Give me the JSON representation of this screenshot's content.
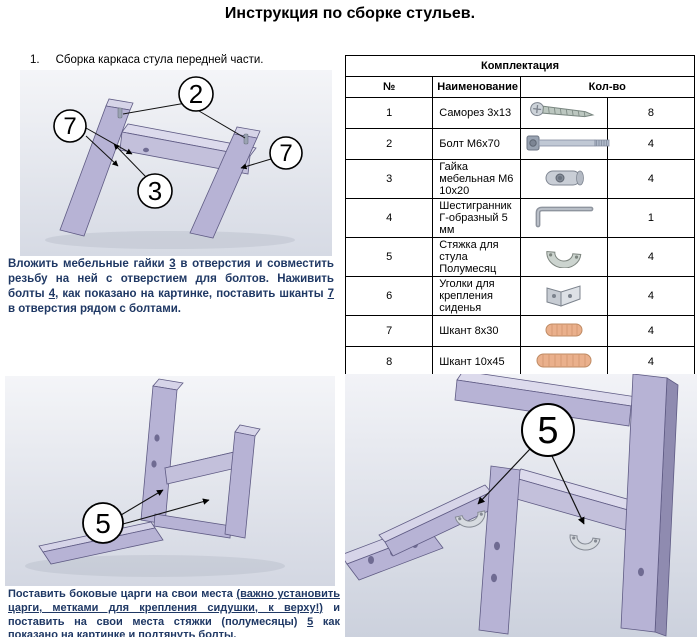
{
  "title": "Инструкция по сборке стульев.",
  "step1": {
    "list_number": "1.",
    "heading": "Сборка каркаса стула передней части.",
    "text": {
      "seg1": "Вложить мебельные гайки ",
      "ref_nut": "3",
      "seg2": " в отверстия и совместить резьбу на ней с отверстием для болтов. Наживить болты ",
      "ref_bolt": "4",
      "seg3": ", как показано на картинке, поставить шканты ",
      "ref_dowel": "7",
      "seg4": " в отверстия рядом с болтами."
    },
    "diagram_callouts": {
      "bolt": "2",
      "dowel_left": "7",
      "nut": "3",
      "dowel_right": "7"
    }
  },
  "parts_table": {
    "title": "Комплектация",
    "columns": {
      "num": "№",
      "name": "Наименование",
      "qty": "Кол-во"
    },
    "rows": [
      {
        "num": "1",
        "name": "Саморез 3х13",
        "icon": "screw-icon",
        "qty": "8"
      },
      {
        "num": "2",
        "name": "Болт М6х70",
        "icon": "bolt-icon",
        "qty": "4"
      },
      {
        "num": "3",
        "name": "Гайка мебельная М6 10х20",
        "icon": "barrel-nut-icon",
        "qty": "4"
      },
      {
        "num": "4",
        "name": "Шестигранник Г-образный 5 мм",
        "icon": "hex-key-icon",
        "qty": "1"
      },
      {
        "num": "5",
        "name": "Стяжка для стула Полумесяц",
        "icon": "half-moon-bracket-icon",
        "qty": "4"
      },
      {
        "num": "6",
        "name": "Уголки для крепления сиденья",
        "icon": "corner-bracket-icon",
        "qty": "4"
      },
      {
        "num": "7",
        "name": "Шкант 8х30",
        "icon": "dowel-icon",
        "qty": "4"
      },
      {
        "num": "8",
        "name": "Шкант 10х45",
        "icon": "dowel-icon",
        "qty": "4"
      }
    ]
  },
  "step2": {
    "text": {
      "seg1": "Поставить боковые царги на свои места ",
      "important": "(важно установить царги, метками для крепления сидушки, к верху!)",
      "seg2": " и поставить на свои места стяжки (полумесяцы) ",
      "ref_tie": "5",
      "seg3": " как показано на картинке и подтянуть болты."
    },
    "diagram_callouts": {
      "tie_left": "5",
      "tie_right": "5"
    }
  }
}
